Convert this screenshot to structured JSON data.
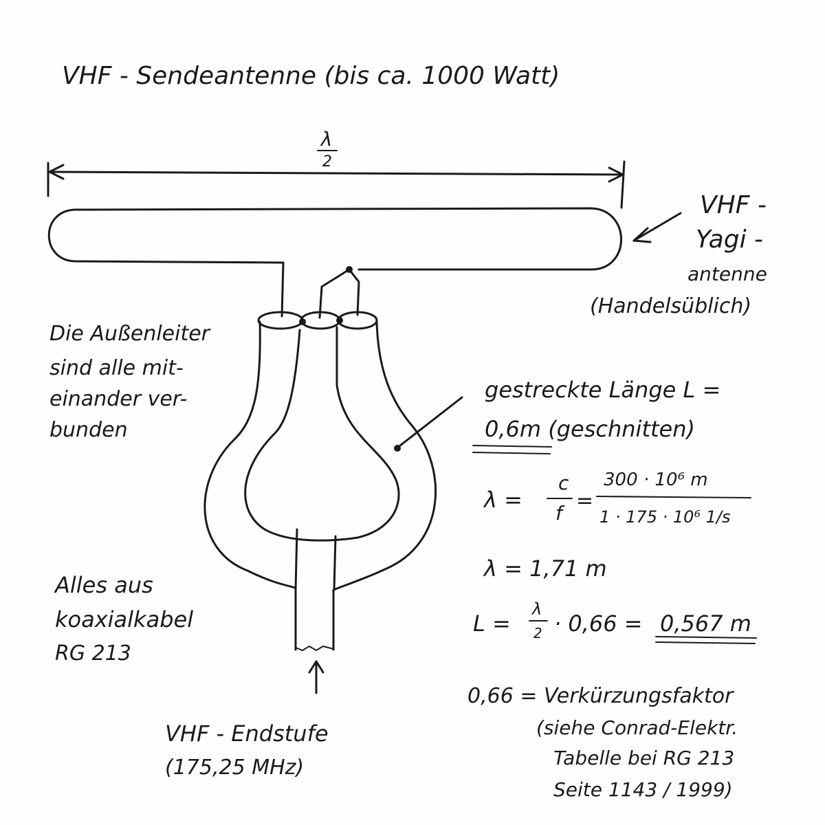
{
  "title": "VHF - Sendeantenne (bis ca. 1000 Watt)",
  "dimension": {
    "numerator": "λ",
    "denominator": "2"
  },
  "yagi_label": [
    "VHF -",
    "Yagi -",
    "antenne",
    "(Handelsüblich)"
  ],
  "outer_conductor_note": [
    "Die Außenleiter",
    "sind alle mit-",
    "einander ver-",
    "bunden"
  ],
  "stretched_length": {
    "line1": "gestreckte Länge L =",
    "line2": "0,6m (geschnitten)"
  },
  "formula_lambda": {
    "prefix": "λ =",
    "c": "c",
    "f": "f",
    "eq": "=",
    "numerator": "300 · 10⁶ m",
    "denominator": "1 · 175 · 10⁶ 1/s"
  },
  "lambda_result": "λ = 1,71 m",
  "formula_L": {
    "prefix": "L =",
    "frac_num": "λ",
    "frac_den": "2",
    "factor": "· 0,66 =",
    "result": "0,567 m"
  },
  "material_note": [
    "Alles aus",
    "koaxialkabel",
    "RG 213"
  ],
  "source_label": [
    "VHF - Endstufe",
    "(175,25 MHz)"
  ],
  "velocity_note": [
    "0,66 = Verkürzungsfaktor",
    "(siehe Conrad-Elektr.",
    "Tabelle bei RG 213",
    "Seite 1143 / 1999)"
  ]
}
